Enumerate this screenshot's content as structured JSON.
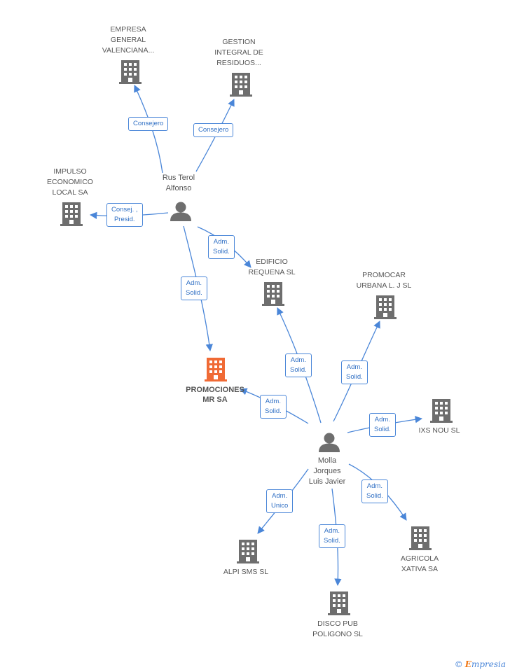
{
  "colors": {
    "edge": "#4a86d8",
    "edge_text": "#2f6fc4",
    "node_icon": "#6e6e6e",
    "focus_icon": "#f06a35",
    "label_text": "#555555"
  },
  "nodes": {
    "empresa_general": {
      "lines": [
        "EMPRESA",
        "GENERAL",
        "VALENCIANA..."
      ],
      "icon": "building-icon"
    },
    "gestion_integral": {
      "lines": [
        "GESTION",
        "INTEGRAL DE",
        "RESIDUOS..."
      ],
      "icon": "building-icon"
    },
    "impulso": {
      "lines": [
        "IMPULSO",
        "ECONOMICO",
        "LOCAL SA"
      ],
      "icon": "building-icon"
    },
    "rus_terol": {
      "lines": [
        "Rus Terol",
        "Alfonso"
      ],
      "icon": "person-icon"
    },
    "edificio_requena": {
      "lines": [
        "EDIFICIO",
        "REQUENA SL"
      ],
      "icon": "building-icon"
    },
    "promocar": {
      "lines": [
        "PROMOCAR",
        "URBANA L.  J SL"
      ],
      "icon": "building-icon"
    },
    "promociones": {
      "lines": [
        "PROMOCIONES",
        "MR SA"
      ],
      "icon": "building-icon"
    },
    "ixs_nou": {
      "lines": [
        "IXS NOU SL"
      ],
      "icon": "building-icon"
    },
    "molla": {
      "lines": [
        "Molla",
        "Jorques",
        "Luis Javier"
      ],
      "icon": "person-icon"
    },
    "alpi_sms": {
      "lines": [
        "ALPI SMS SL"
      ],
      "icon": "building-icon"
    },
    "agricola": {
      "lines": [
        "AGRICOLA",
        "XATIVA SA"
      ],
      "icon": "building-icon"
    },
    "disco_pub": {
      "lines": [
        "DISCO PUB",
        "POLIGONO  SL"
      ],
      "icon": "building-icon"
    }
  },
  "edges": {
    "rus_empresa": {
      "lines": [
        "Consejero"
      ]
    },
    "rus_gestion": {
      "lines": [
        "Consejero"
      ]
    },
    "rus_impulso": {
      "lines": [
        "Consej. ,",
        "Presid."
      ]
    },
    "rus_edificio": {
      "lines": [
        "Adm.",
        "Solid."
      ]
    },
    "rus_promociones": {
      "lines": [
        "Adm.",
        "Solid."
      ]
    },
    "molla_edificio": {
      "lines": [
        "Adm.",
        "Solid."
      ]
    },
    "molla_promocar": {
      "lines": [
        "Adm.",
        "Solid."
      ]
    },
    "molla_promociones": {
      "lines": [
        "Adm.",
        "Solid."
      ]
    },
    "molla_ixs": {
      "lines": [
        "Adm.",
        "Solid."
      ]
    },
    "molla_alpi": {
      "lines": [
        "Adm.",
        "Unico"
      ]
    },
    "molla_disco": {
      "lines": [
        "Adm.",
        "Solid."
      ]
    },
    "molla_agricola": {
      "lines": [
        "Adm.",
        "Solid."
      ]
    }
  },
  "watermark": {
    "symbol": "©",
    "brand_initial": "E",
    "brand_rest": "mpresia"
  }
}
